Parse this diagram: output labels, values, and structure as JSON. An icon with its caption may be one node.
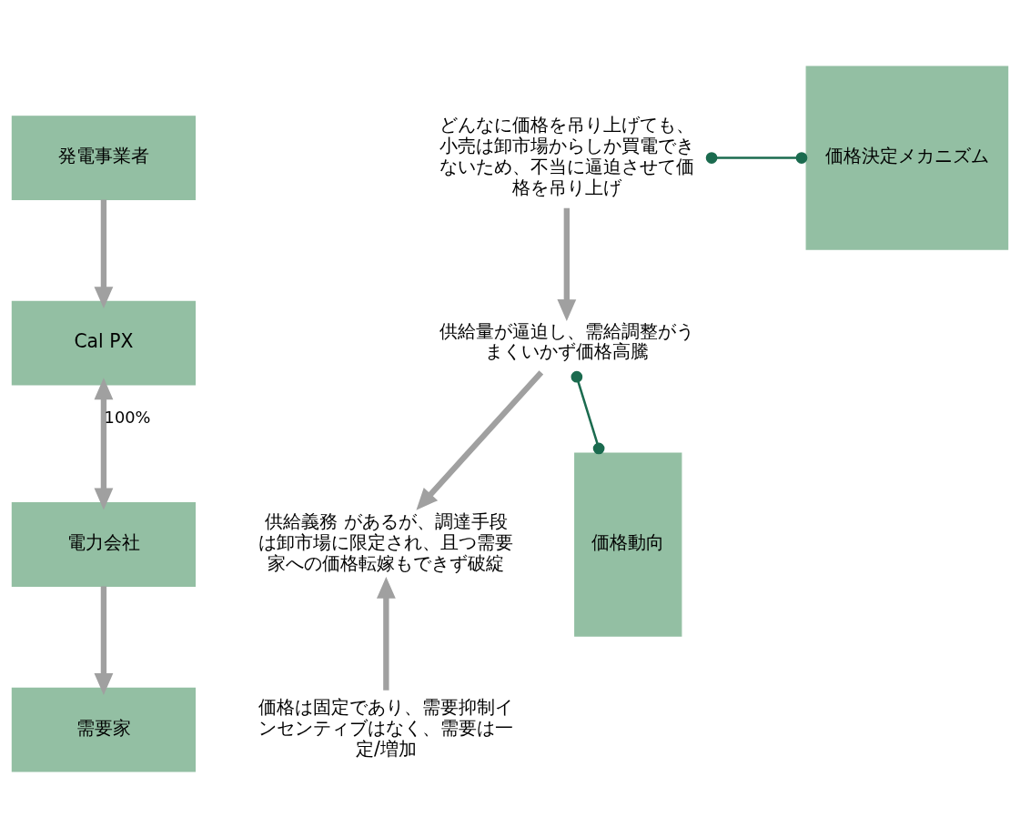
{
  "diagram": {
    "nodes": [
      {
        "text": [
          "発電事業者"
        ]
      },
      {
        "text": [
          "どんなに価格を吊り上げても、小売は卸市場からしか買電できないため、不当に逼迫させて価格を吊り上げ"
        ]
      },
      {
        "text": [
          "価格決定メカニズム"
        ]
      },
      {
        "text": [
          "Cal PX"
        ]
      },
      {
        "text": [
          "供給量が逼迫し、需給調整がうまくいかず価格高騰"
        ]
      },
      {
        "text": [
          "電力会社"
        ]
      },
      {
        "text": [
          "供給義務 があるが、調達手段は卸市場に限定され、且つ需要家への価格転嫁もできず破綻"
        ]
      },
      {
        "text": [
          "需要家"
        ]
      },
      {
        "text": [
          "価格は固定であり、需要抑制インセンティブはなく、需要は一定/増加"
        ]
      },
      {
        "text": [
          "価格動向"
        ]
      }
    ],
    "edges": [
      {
        "from": 0,
        "to": 3,
        "arrow": "to"
      },
      {
        "from": 3,
        "to": 5,
        "arrow": "both",
        "label": "100%"
      },
      {
        "from": 5,
        "to": 7,
        "arrow": "to"
      },
      {
        "from": 1,
        "to": 4,
        "arrow": "to"
      },
      {
        "from": 4,
        "to": 6,
        "arrow": "to"
      },
      {
        "from": 8,
        "to": 6,
        "arrow": "to"
      },
      {
        "from": 1,
        "to": 2,
        "arrow": "other",
        "color": "#1b6b4f"
      },
      {
        "from": 4,
        "to": 9,
        "arrow": "other",
        "color": "#1b6b4f"
      }
    ]
  }
}
